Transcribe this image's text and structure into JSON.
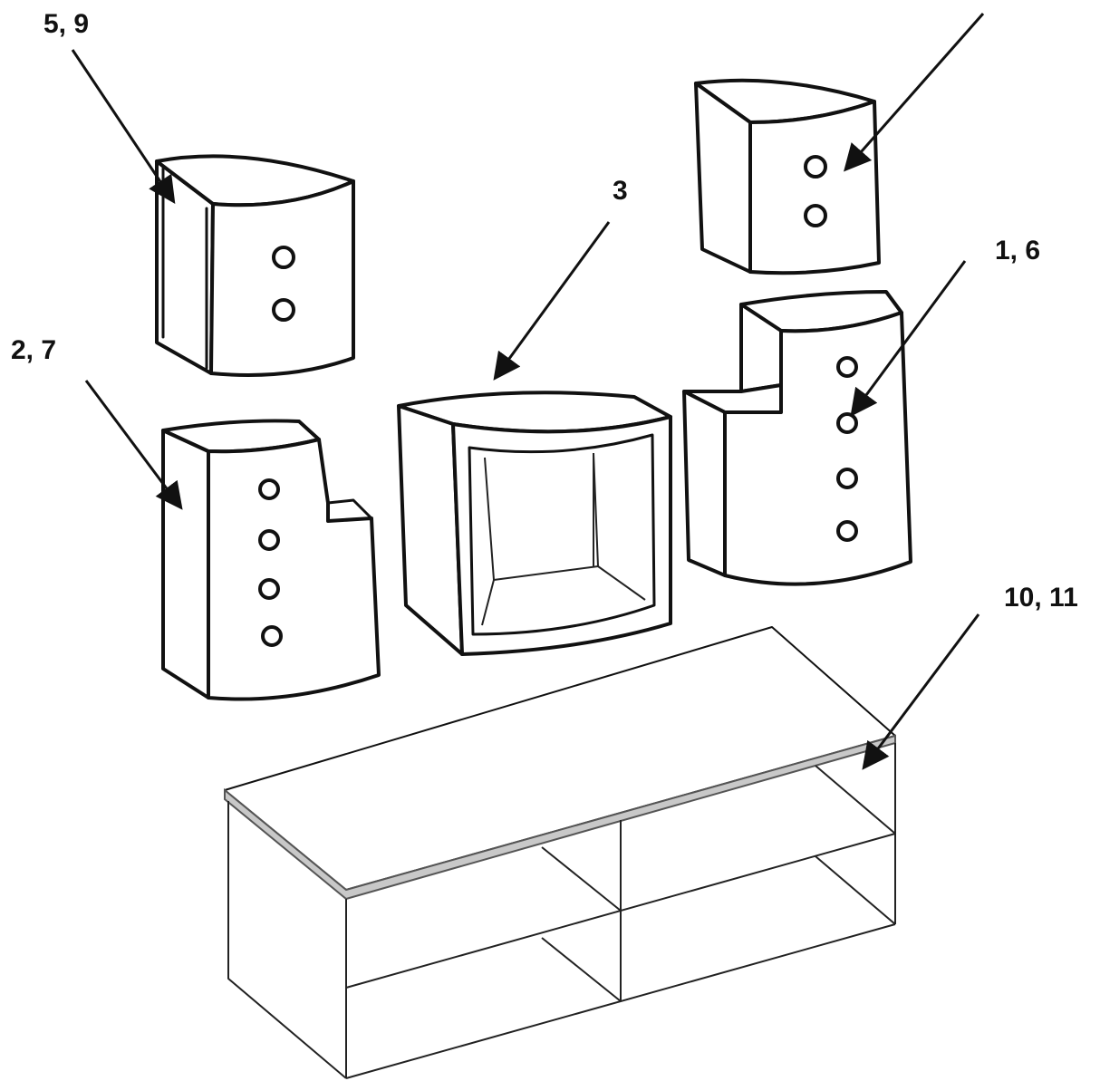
{
  "labels": {
    "top_left": "5, 9",
    "left": "2, 7",
    "center": "3",
    "right": "1, 6",
    "bottom_right": "10, 11"
  },
  "colors": {
    "line": "#111111",
    "background": "#ffffff"
  }
}
